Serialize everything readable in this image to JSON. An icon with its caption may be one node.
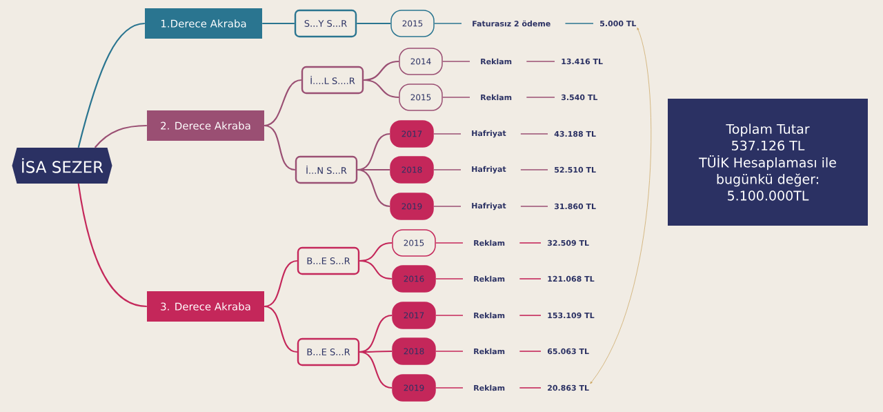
{
  "diagram": {
    "nodes": [
      {
        "text": [
          "İSA SEZER"
        ]
      },
      {
        "text": [
          "1.Derece Akraba"
        ]
      },
      {
        "text": [
          "2. Derece Akraba"
        ]
      },
      {
        "text": [
          "3. Derece Akraba"
        ]
      },
      {
        "text": [
          "S...Y S...R"
        ]
      },
      {
        "text": [
          "İ....L S....R"
        ]
      },
      {
        "text": [
          "İ...N S...R"
        ]
      },
      {
        "text": [
          "B...E S...R"
        ]
      },
      {
        "text": [
          "B...E S...R"
        ]
      },
      {
        "text": [
          "2015"
        ]
      },
      {
        "text": [
          "Faturasız 2 ödeme"
        ]
      },
      {
        "text": [
          "5.000 TL"
        ]
      },
      {
        "text": [
          "2014"
        ]
      },
      {
        "text": [
          "Reklam"
        ]
      },
      {
        "text": [
          "13.416 TL"
        ]
      },
      {
        "text": [
          "2015"
        ]
      },
      {
        "text": [
          "Reklam"
        ]
      },
      {
        "text": [
          "3.540 TL"
        ]
      },
      {
        "text": [
          "2017"
        ]
      },
      {
        "text": [
          "Hafriyat"
        ]
      },
      {
        "text": [
          "43.188 TL"
        ]
      },
      {
        "text": [
          "2018"
        ]
      },
      {
        "text": [
          "Hafriyat"
        ]
      },
      {
        "text": [
          "52.510 TL"
        ]
      },
      {
        "text": [
          "2019"
        ]
      },
      {
        "text": [
          "Hafriyat"
        ]
      },
      {
        "text": [
          "31.860 TL"
        ]
      },
      {
        "text": [
          "2015"
        ]
      },
      {
        "text": [
          "Reklam"
        ]
      },
      {
        "text": [
          "32.509 TL"
        ]
      },
      {
        "text": [
          "2016"
        ]
      },
      {
        "text": [
          "Reklam"
        ]
      },
      {
        "text": [
          "121.068 TL"
        ]
      },
      {
        "text": [
          "2017"
        ]
      },
      {
        "text": [
          "Reklam"
        ]
      },
      {
        "text": [
          "153.109 TL"
        ]
      },
      {
        "text": [
          "2018"
        ]
      },
      {
        "text": [
          "Reklam"
        ]
      },
      {
        "text": [
          "65.063 TL"
        ]
      },
      {
        "text": [
          "2019"
        ]
      },
      {
        "text": [
          "Reklam"
        ]
      },
      {
        "text": [
          "20.863 TL"
        ]
      },
      {
        "text": [
          "Toplam Tutar 537.126 TL",
          "TÜİK Hesaplaması ile bugünkü değer: 5.100.000TL"
        ]
      }
    ],
    "edges": [
      {
        "from": 0,
        "to": 1,
        "arrow": "none",
        "color": "#2a7590"
      },
      {
        "from": 0,
        "to": 2,
        "arrow": "none",
        "color": "#9a4f73"
      },
      {
        "from": 0,
        "to": 3,
        "arrow": "none",
        "color": "#c4275a"
      },
      {
        "from": 1,
        "to": 4,
        "arrow": "none",
        "color": "#2a7590"
      },
      {
        "from": 2,
        "to": 5,
        "arrow": "none",
        "color": "#9a4f73"
      },
      {
        "from": 2,
        "to": 6,
        "arrow": "none",
        "color": "#9a4f73"
      },
      {
        "from": 3,
        "to": 7,
        "arrow": "none",
        "color": "#c4275a"
      },
      {
        "from": 3,
        "to": 8,
        "arrow": "none",
        "color": "#c4275a"
      },
      {
        "from": 4,
        "to": 9,
        "arrow": "none",
        "color": "#2a7590"
      },
      {
        "from": 9,
        "to": 10,
        "arrow": "none",
        "color": "#2a7590"
      },
      {
        "from": 10,
        "to": 11,
        "arrow": "none",
        "color": "#2a7590"
      },
      {
        "from": 5,
        "to": 12,
        "arrow": "none",
        "color": "#9a4f73"
      },
      {
        "from": 12,
        "to": 13,
        "arrow": "none",
        "color": "#9a4f73"
      },
      {
        "from": 13,
        "to": 14,
        "arrow": "none",
        "color": "#9a4f73"
      },
      {
        "from": 5,
        "to": 15,
        "arrow": "none",
        "color": "#9a4f73"
      },
      {
        "from": 15,
        "to": 16,
        "arrow": "none",
        "color": "#9a4f73"
      },
      {
        "from": 16,
        "to": 17,
        "arrow": "none",
        "color": "#9a4f73"
      },
      {
        "from": 6,
        "to": 18,
        "arrow": "none",
        "color": "#9a4f73"
      },
      {
        "from": 18,
        "to": 19,
        "arrow": "none",
        "color": "#9a4f73"
      },
      {
        "from": 19,
        "to": 20,
        "arrow": "none",
        "color": "#9a4f73"
      },
      {
        "from": 6,
        "to": 21,
        "arrow": "none",
        "color": "#9a4f73"
      },
      {
        "from": 21,
        "to": 22,
        "arrow": "none",
        "color": "#9a4f73"
      },
      {
        "from": 22,
        "to": 23,
        "arrow": "none",
        "color": "#9a4f73"
      },
      {
        "from": 6,
        "to": 24,
        "arrow": "none",
        "color": "#9a4f73"
      },
      {
        "from": 24,
        "to": 25,
        "arrow": "none",
        "color": "#9a4f73"
      },
      {
        "from": 25,
        "to": 26,
        "arrow": "none",
        "color": "#9a4f73"
      },
      {
        "from": 7,
        "to": 27,
        "arrow": "none",
        "color": "#c4275a"
      },
      {
        "from": 27,
        "to": 28,
        "arrow": "none",
        "color": "#c4275a"
      },
      {
        "from": 28,
        "to": 29,
        "arrow": "none",
        "color": "#c4275a"
      },
      {
        "from": 7,
        "to": 30,
        "arrow": "none",
        "color": "#c4275a"
      },
      {
        "from": 30,
        "to": 31,
        "arrow": "none",
        "color": "#c4275a"
      },
      {
        "from": 31,
        "to": 32,
        "arrow": "none",
        "color": "#c4275a"
      },
      {
        "from": 8,
        "to": 33,
        "arrow": "none",
        "color": "#c4275a"
      },
      {
        "from": 33,
        "to": 34,
        "arrow": "none",
        "color": "#c4275a"
      },
      {
        "from": 34,
        "to": 35,
        "arrow": "none",
        "color": "#c4275a"
      },
      {
        "from": 8,
        "to": 36,
        "arrow": "none",
        "color": "#c4275a"
      },
      {
        "from": 36,
        "to": 37,
        "arrow": "none",
        "color": "#c4275a"
      },
      {
        "from": 37,
        "to": 38,
        "arrow": "none",
        "color": "#c4275a"
      },
      {
        "from": 8,
        "to": 39,
        "arrow": "none",
        "color": "#c4275a"
      },
      {
        "from": 39,
        "to": 40,
        "arrow": "none",
        "color": "#c4275a"
      },
      {
        "from": 40,
        "to": 41,
        "arrow": "none",
        "color": "#c4275a"
      },
      {
        "from": 11,
        "to": 41,
        "arrow": "both",
        "color": "#c9a25a"
      }
    ]
  }
}
